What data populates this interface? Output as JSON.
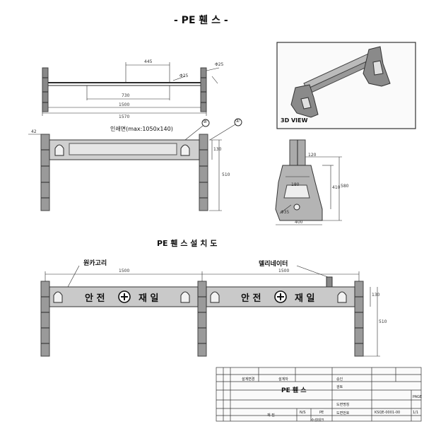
{
  "title": "- PE 휀 스 -",
  "view_3d": {
    "label": "3D VIEW"
  },
  "front_view": {
    "callout_1": "①",
    "callout_2": "②",
    "print_area": "인쇄면(max:1050x140)",
    "dims": {
      "top_span": "445",
      "slot": "Φ25",
      "depth": "Φ25",
      "inner": "730",
      "mid": "1500",
      "overall": "1570",
      "left": "42",
      "bar_h": "130",
      "post_h": "510"
    }
  },
  "side_view": {
    "dims": {
      "top": "120",
      "inner_w": "180",
      "h1": "410",
      "h2": "580",
      "hole": "Φ35",
      "base": "400"
    }
  },
  "install": {
    "title": "PE 휀 스   설 치 도",
    "left_label": "원카고리",
    "right_label": "델리네이터",
    "span_left": "1500",
    "span_right": "1500",
    "bar_h": "130",
    "post_h": "510",
    "panel_left": [
      "안 전",
      "재 일"
    ],
    "panel_right": [
      "안 전",
      "재 일"
    ]
  },
  "title_block": {
    "name": "PE 휀 스",
    "fields": [
      "설계변경",
      "설계자",
      "승인",
      "검토",
      "도면명칭",
      "도면번호"
    ],
    "material": "재 질",
    "unit": "PE",
    "drawing_no": "KSQE-0001-00",
    "page": "PAGE",
    "scale": "N/S",
    "sheet": "1/1",
    "company": "수성테크"
  }
}
